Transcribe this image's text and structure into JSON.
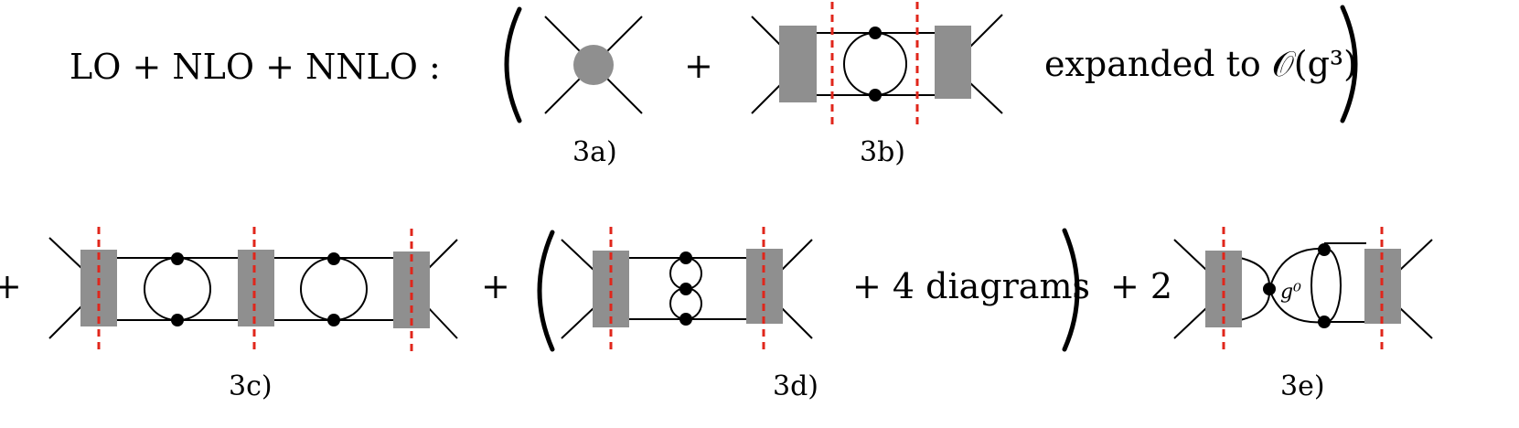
{
  "row1": {
    "prefix": "LO + NLO + NNLO :",
    "plus": "+",
    "expanded_text": "expanded to 𝒪(g³)"
  },
  "row2": {
    "leading_plus": "+",
    "plus_before_3d": "+",
    "four_diagrams": "+ 4 diagrams",
    "times_two": "+ 2",
    "g0_label": "g⁰"
  },
  "labels": {
    "a": "3a)",
    "b": "3b)",
    "c": "3c)",
    "d": "3d)",
    "e": "3e)"
  },
  "colors": {
    "vertex_box": "#8f8f8f",
    "cut_line": "#e0261b",
    "ink": "#000000"
  }
}
